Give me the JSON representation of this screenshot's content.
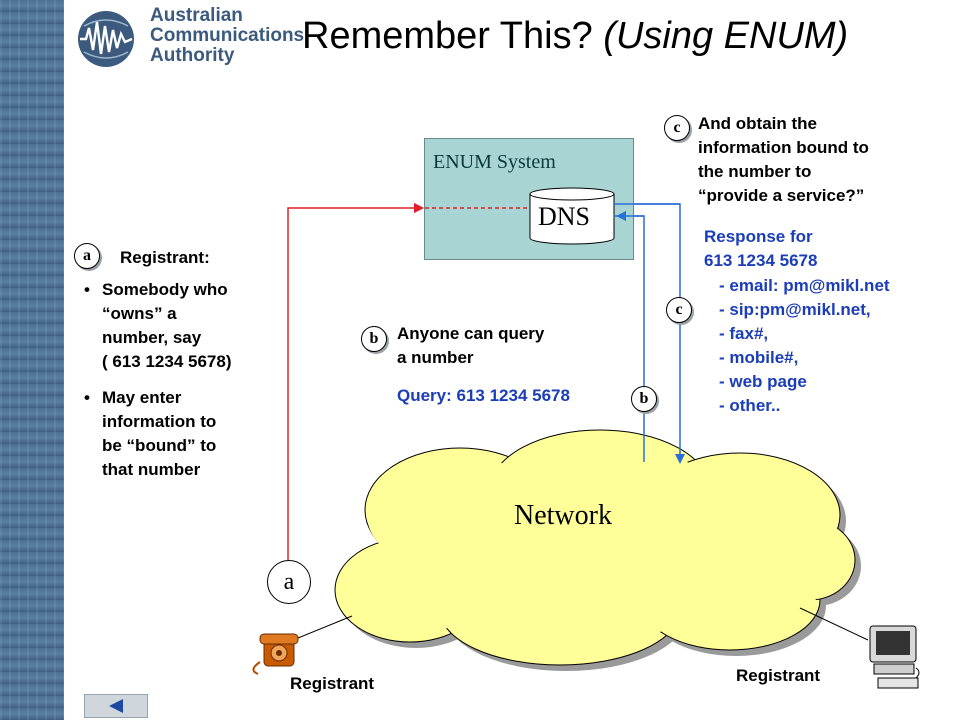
{
  "header": {
    "logo_lines": [
      "Australian",
      "Communications",
      "Authority"
    ],
    "title_main": "Remember This?",
    "title_italic": "(Using ENUM)"
  },
  "diagram": {
    "enum_system_label": "ENUM System",
    "dns_label": "DNS",
    "network_label": "Network",
    "step_a_marker": "a",
    "step_b_marker": "b",
    "step_c_marker": "c",
    "big_a_marker": "a",
    "registrant_left": "Registrant",
    "registrant_right": "Registrant"
  },
  "step_a": {
    "heading": "Registrant:",
    "bullets": [
      [
        "Somebody who",
        "“owns” a",
        "number, say",
        "( 613 1234 5678)"
      ],
      [
        "May enter",
        "information to",
        "be “bound” to",
        "that number"
      ]
    ]
  },
  "step_b": {
    "lines": [
      "Anyone can query",
      "a number"
    ],
    "query": "Query: 613 1234 5678"
  },
  "step_c": {
    "lines": [
      "And obtain the",
      "information bound to",
      "the number to",
      "“provide a service?”"
    ],
    "response_heading": [
      "Response for",
      "613 1234 5678"
    ],
    "response_items": [
      "- email: pm@mikl.net",
      "- sip:pm@mikl.net,",
      "- fax#,",
      "- mobile#,",
      "- web page",
      "- other.."
    ]
  },
  "colors": {
    "accent_blue": "#1b3db8",
    "enum_box": "#a8d4d4",
    "cloud": "#ffff99",
    "arrow_red": "#e0202a",
    "arrow_blue": "#2a6fd6"
  }
}
